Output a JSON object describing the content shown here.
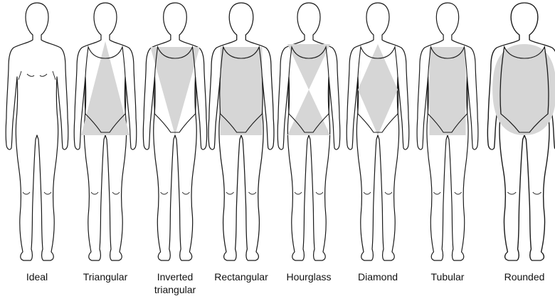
{
  "figures": [
    {
      "label": "Ideal",
      "shape": "none"
    },
    {
      "label": "Triangular",
      "shape": "triangle"
    },
    {
      "label": "Inverted\ntriangular",
      "shape": "inverted-triangle"
    },
    {
      "label": "Rectangular",
      "shape": "rectangle"
    },
    {
      "label": "Hourglass",
      "shape": "hourglass"
    },
    {
      "label": "Diamond",
      "shape": "diamond"
    },
    {
      "label": "Tubular",
      "shape": "tube"
    },
    {
      "label": "Rounded",
      "shape": "round"
    }
  ],
  "colors": {
    "outline": "#1a1a1a",
    "shape_fill": "#d6d6d6",
    "background": "#ffffff"
  }
}
